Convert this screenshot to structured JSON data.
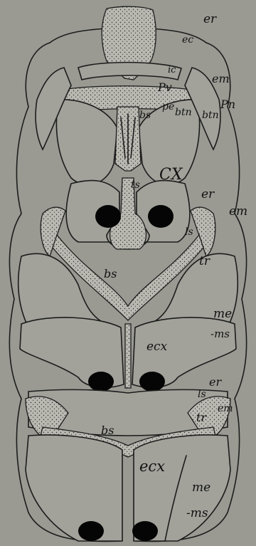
{
  "figure": {
    "labels": {
      "er_top": "er",
      "ec": "ec",
      "ic": "ic",
      "em_top": "em",
      "pv": "Pv",
      "pn": "Pn",
      "bs_top": "bs",
      "pe": "pe",
      "btn_left": "btn",
      "btn_right": "btn",
      "cx": "CX",
      "ts": "ts",
      "er_mid": "er",
      "em_mid": "em",
      "ls_mid": "ls",
      "tr_mid": "tr",
      "bs_mid": "bs",
      "me_mid": "me",
      "ms_mid": "-ms",
      "ecx_mid": "ecx",
      "er_low": "er",
      "ls_low": "ls",
      "em_low": "em",
      "tr_low": "tr",
      "bs_low": "bs",
      "ecx_low": "ecx",
      "me_low": "me",
      "ms_low": "-ms"
    }
  }
}
